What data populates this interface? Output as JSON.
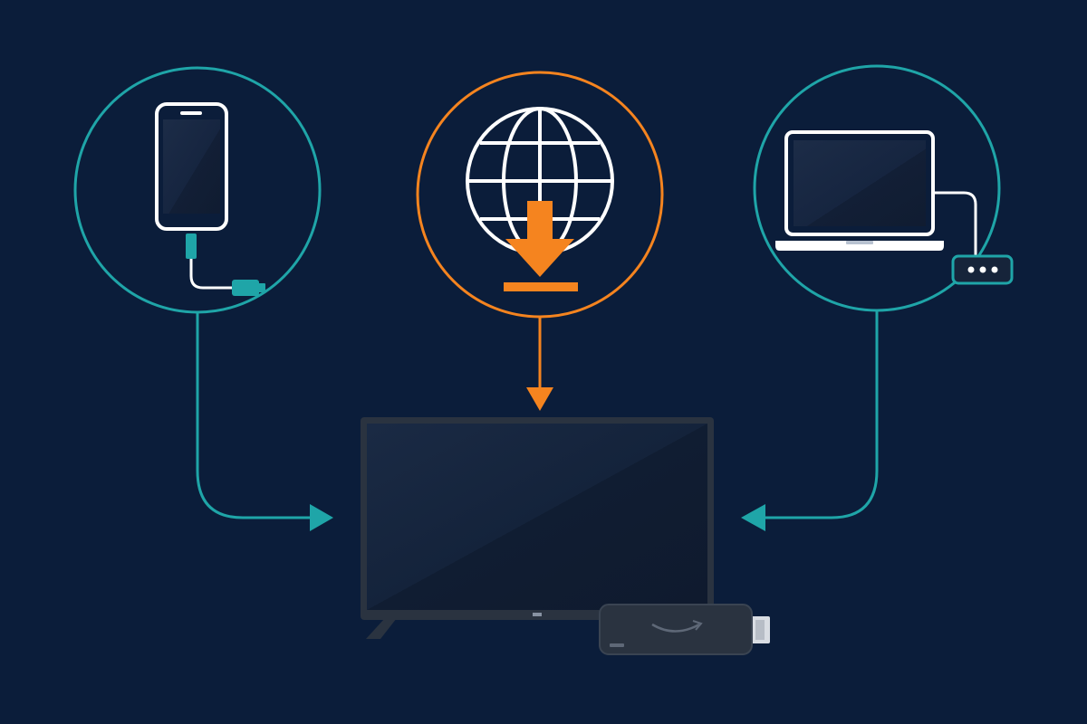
{
  "diagram": {
    "nodes": [
      {
        "id": "phone",
        "icon": "smartphone-icon",
        "connection": "usb-cable",
        "ring_color": "#1fa5a8"
      },
      {
        "id": "web",
        "icon": "globe-download-icon",
        "connection": "internet-download",
        "ring_color": "#f5841f"
      },
      {
        "id": "laptop",
        "icon": "laptop-icon",
        "connection": "cable-to-adapter",
        "ring_color": "#1fa5a8"
      }
    ],
    "target": {
      "id": "tv",
      "icon": "television-icon",
      "accessory": "streaming-stick-icon"
    }
  },
  "colors": {
    "background": "#0b1d3a",
    "teal": "#1fa5a8",
    "orange": "#f5841f",
    "white": "#ffffff",
    "device_dark": "#2a3340",
    "screen": "#16243a"
  }
}
